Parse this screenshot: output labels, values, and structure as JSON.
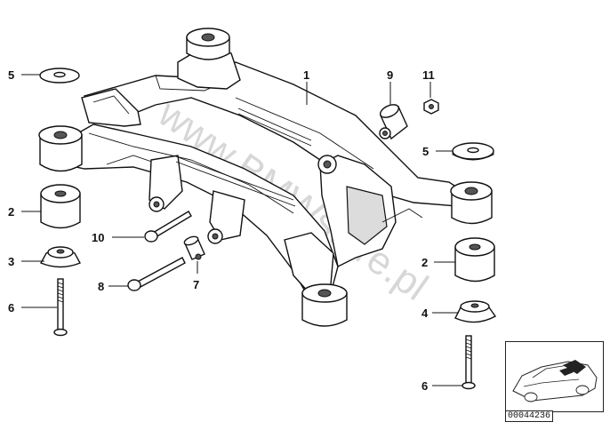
{
  "callouts": {
    "n1": "1",
    "n2_left": "2",
    "n2_right": "2",
    "n3": "3",
    "n4": "4",
    "n5_left": "5",
    "n5_right": "5",
    "n6_left": "6",
    "n6_right": "6",
    "n7": "7",
    "n8": "8",
    "n9": "9",
    "n10": "10",
    "n11": "11"
  },
  "watermark": "www.BMWstore.pl",
  "reference_code": "00044236"
}
